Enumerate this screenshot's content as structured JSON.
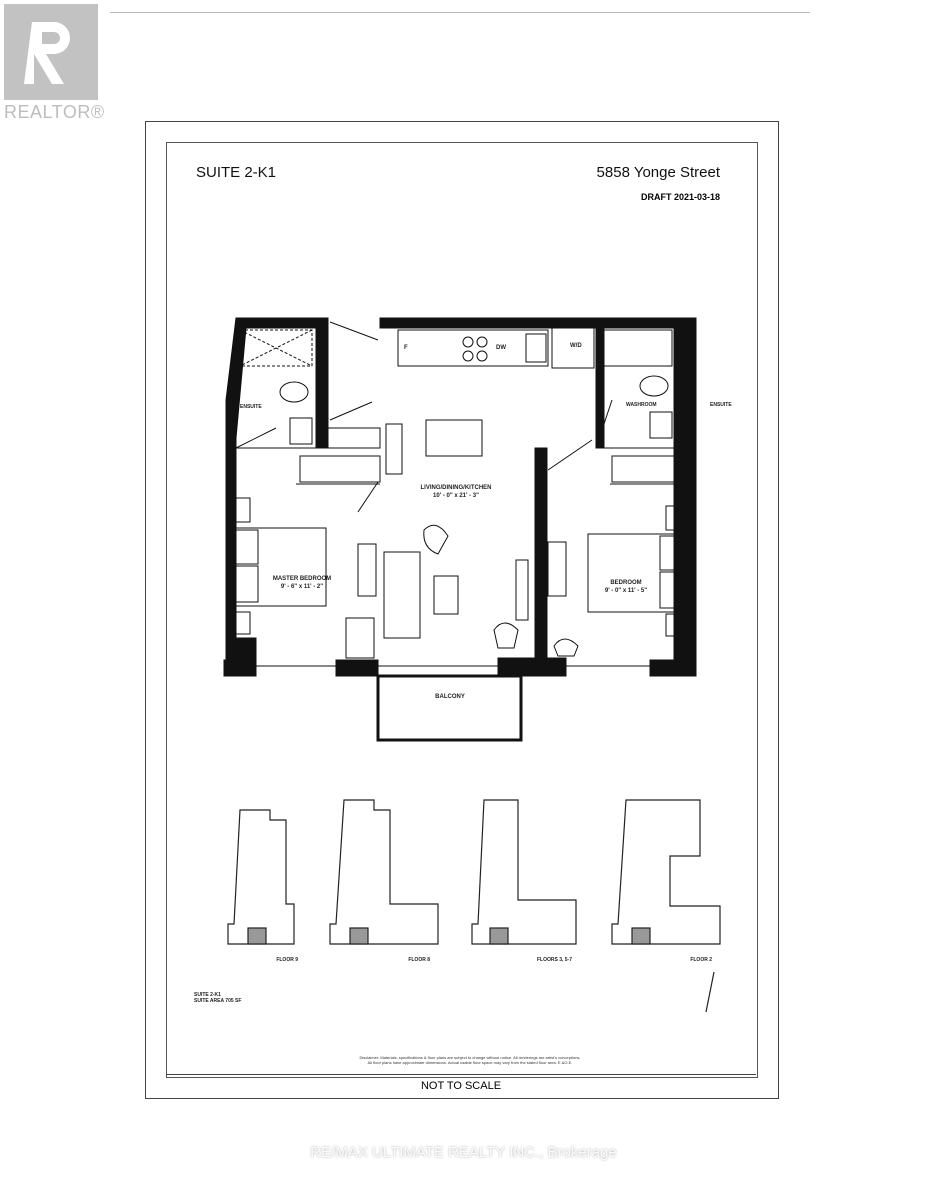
{
  "logo": {
    "text": "REALTOR®"
  },
  "header": {
    "suite": "SUITE  2-K1",
    "address": "5858 Yonge Street",
    "draft": "DRAFT 2021-03-18"
  },
  "rooms": {
    "ensuite_left": "ENSUITE",
    "washroom": "WASHROOM",
    "ensuite_right": "ENSUITE",
    "living": "LIVING/DINING/KITCHEN",
    "living_dim": "10' - 0\" x 21' - 3\"",
    "master": "MASTER BEDROOM",
    "master_dim": "9' - 6\" x 11' - 2\"",
    "bedroom": "BEDROOM",
    "bedroom_dim": "9' - 0\" x 11' - 5\"",
    "balcony": "BALCONY",
    "fridge": "F",
    "dishwasher": "DW",
    "washer_dryer": "W/D"
  },
  "key_plans": [
    {
      "label": "FLOOR 9"
    },
    {
      "label": "FLOOR 8"
    },
    {
      "label": "FLOORS 3, 5-7"
    },
    {
      "label": "FLOOR 2"
    }
  ],
  "suite_info": {
    "line1": "SUITE 2-K1",
    "line2": "SUITE AREA 705 SF"
  },
  "disclaimer": {
    "line1": "Disclaimer: Materials, specifications & floor plans are subject to change without notice. All renderings are artist's conceptions.",
    "line2": "All floor plans have approximate dimensions. Actual usable floor space may vary from the stated floor area. E.&O.E."
  },
  "footer": {
    "not_to_scale": "NOT TO SCALE"
  },
  "watermark": "RE/MAX ULTIMATE REALTY INC., Brokerage"
}
